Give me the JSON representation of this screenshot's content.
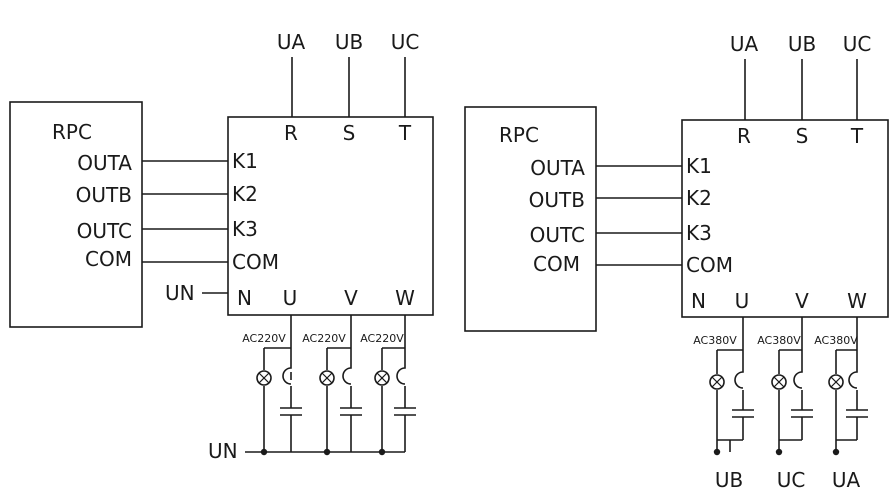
{
  "left": {
    "supply": [
      "UA",
      "UB",
      "UC"
    ],
    "controller": "RPC",
    "outputs": [
      "OUTA",
      "OUTB",
      "OUTC",
      "COM"
    ],
    "inputs": [
      "K1",
      "K2",
      "K3",
      "COM"
    ],
    "top_terminals": [
      "R",
      "S",
      "T"
    ],
    "bottom_terminals": [
      "N",
      "U",
      "V",
      "W"
    ],
    "neutral_in": "UN",
    "load_voltage": "AC220V",
    "neutral_out": "UN"
  },
  "right": {
    "supply": [
      "UA",
      "UB",
      "UC"
    ],
    "controller": "RPC",
    "outputs": [
      "OUTA",
      "OUTB",
      "OUTC",
      "COM"
    ],
    "inputs": [
      "K1",
      "K2",
      "K3",
      "COM"
    ],
    "top_terminals": [
      "R",
      "S",
      "T"
    ],
    "bottom_terminals": [
      "N",
      "U",
      "V",
      "W"
    ],
    "load_voltage": "AC380V",
    "load_returns": [
      "UB",
      "UC",
      "UA"
    ]
  }
}
